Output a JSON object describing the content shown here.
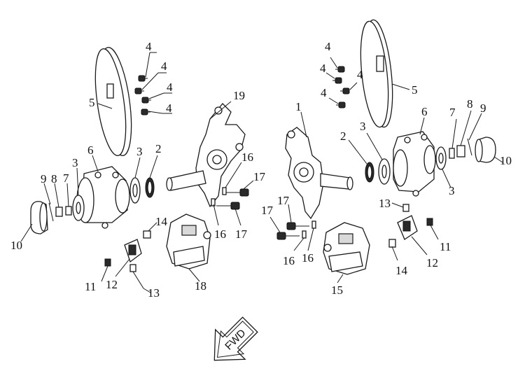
{
  "diagram": {
    "direction_label": "FWD",
    "callouts": {
      "left_4a": "4",
      "left_4b": "4",
      "left_4c": "4",
      "left_4d": "4",
      "left_5": "5",
      "left_19": "19",
      "left_6": "6",
      "left_3a": "3",
      "left_2": "2",
      "left_16": "16",
      "left_17a": "17",
      "left_9": "9",
      "left_8": "8",
      "left_7": "7",
      "left_3b": "3",
      "left_10": "10",
      "left_14": "14",
      "left_16b": "16",
      "left_17b": "17",
      "left_18": "18",
      "left_11": "11",
      "left_12": "12",
      "left_13": "13",
      "right_4a": "4",
      "right_4b": "4",
      "right_4c": "4",
      "right_4d": "4",
      "right_5": "5",
      "right_1": "1",
      "right_2": "2",
      "right_3a": "3",
      "right_6": "6",
      "right_7": "7",
      "right_8": "8",
      "right_9": "9",
      "right_10": "10",
      "right_3b": "3",
      "right_13": "13",
      "right_17a": "17",
      "right_17b": "17",
      "right_16a": "16",
      "right_16b": "16",
      "right_11": "11",
      "right_12": "12",
      "right_14": "14",
      "right_15": "15"
    }
  }
}
